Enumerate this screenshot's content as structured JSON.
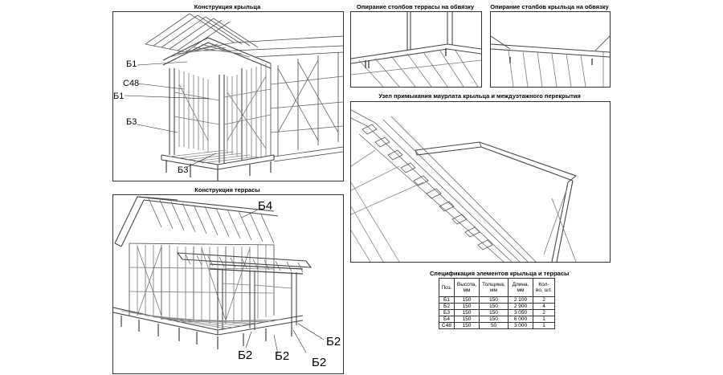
{
  "captions": {
    "roof": "Конструкция крыльца",
    "terrace": "Конструкция террасы",
    "terrace_posts": "Опирание столбов террасы на обвязку",
    "porch_posts": "Опирание столбов крыльца на обвязку",
    "node": "Узел примыкания маурлата крыльца и междуэтажного перекрытия"
  },
  "roof_labels": [
    "Б1",
    "С48",
    "Б1",
    "Б3",
    "Б3"
  ],
  "terrace_labels": [
    "Б4",
    "Б2",
    "Б2",
    "Б2",
    "Б2"
  ],
  "spec": {
    "title": "Спецификация элементов крыльца и террасы",
    "headers": [
      "Поз.",
      "Высота, мм",
      "Толщина, мм",
      "Длина, мм",
      "Кол-во, шт."
    ],
    "rows": [
      [
        "Б1",
        "150",
        "150",
        "2 100",
        "2"
      ],
      [
        "Б2",
        "150",
        "150",
        "2 900",
        "4"
      ],
      [
        "Б3",
        "150",
        "150",
        "3 050",
        "2"
      ],
      [
        "Б4",
        "150",
        "150",
        "6 000",
        "1"
      ],
      [
        "С48",
        "150",
        "50",
        "3 000",
        "1"
      ]
    ]
  }
}
